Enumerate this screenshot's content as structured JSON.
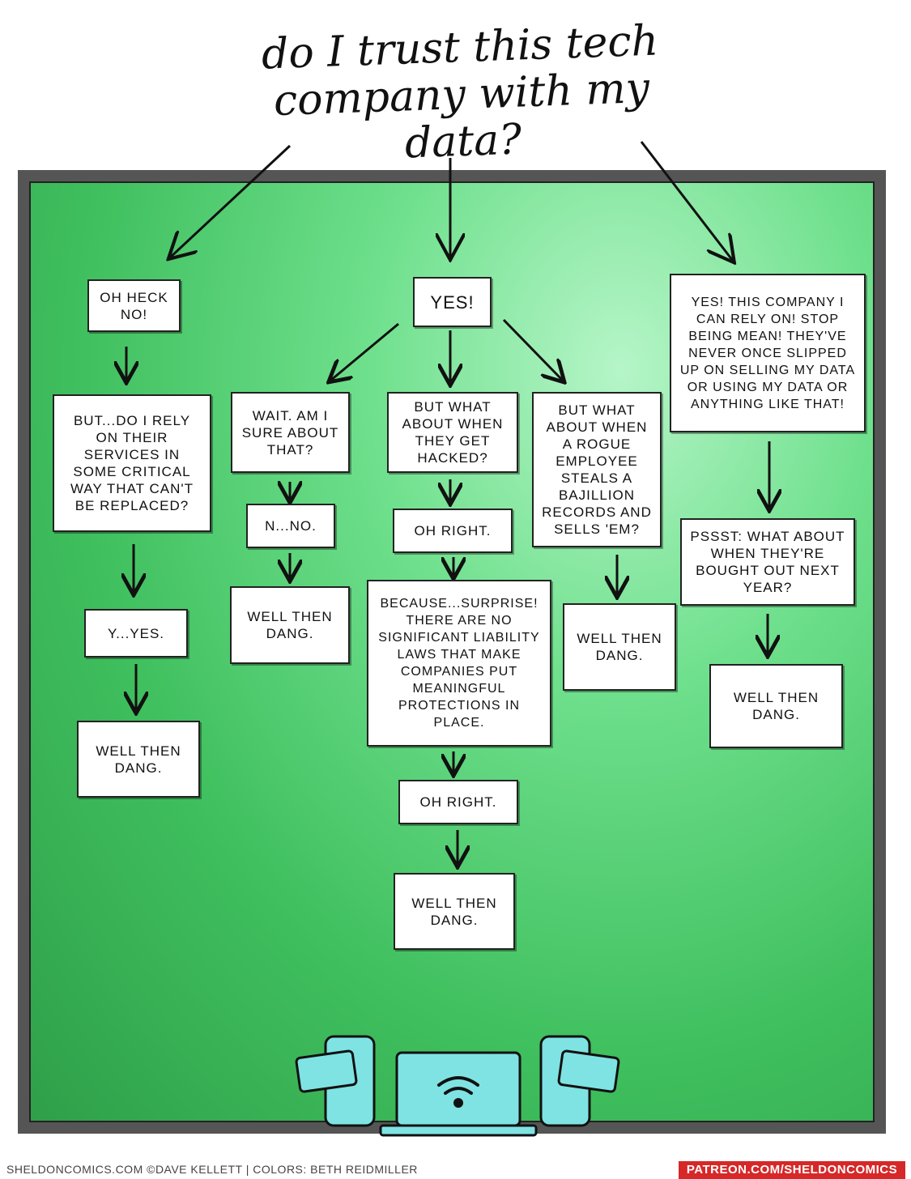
{
  "title": "do I trust this tech company with my data?",
  "boxes": {
    "oh_heck_no": "OH HECK NO!",
    "but_do_i_rely": "BUT...DO I RELY ON THEIR SERVICES IN SOME CRITICAL WAY THAT CAN'T BE REPLACED?",
    "y_yes": "Y...YES.",
    "well_then_1": "WELL THEN DANG.",
    "yes": "YES!",
    "wait_sure": "WAIT. AM I SURE ABOUT THAT?",
    "n_no": "N...NO.",
    "well_then_2": "WELL THEN DANG.",
    "hacked": "BUT WHAT ABOUT WHEN THEY GET HACKED?",
    "oh_right_1": "OH RIGHT.",
    "because": "BECAUSE...SURPRISE! THERE ARE NO SIGNIFICANT LIABILITY LAWS THAT MAKE COMPANIES PUT MEANINGFUL PROTECTIONS IN PLACE.",
    "oh_right_2": "OH RIGHT.",
    "well_then_3": "WELL THEN DANG.",
    "rogue": "BUT WHAT ABOUT WHEN A ROGUE EMPLOYEE STEALS A BAJILLION RECORDS AND SELLS 'EM?",
    "well_then_4": "WELL THEN DANG.",
    "yes_this": "YES! THIS COMPANY I CAN RELY ON! STOP BEING MEAN! THEY'VE NEVER ONCE SLIPPED UP ON SELLING MY DATA OR USING MY DATA OR ANYTHING LIKE THAT!",
    "pssst": "PSSST: WHAT ABOUT WHEN THEY'RE BOUGHT OUT NEXT YEAR?",
    "well_then_5": "WELL THEN DANG."
  },
  "footer": {
    "credits": "SHELDONCOMICS.COM ©DAVE KELLETT | COLORS: BETH REIDMILLER",
    "patreon": "PATREON.COM/SHELDONCOMICS"
  },
  "colors": {
    "panel_green": "#3fbf5e",
    "panel_border": "#555555",
    "patreon_red": "#d62828",
    "device_cyan": "#7fe3e3"
  }
}
